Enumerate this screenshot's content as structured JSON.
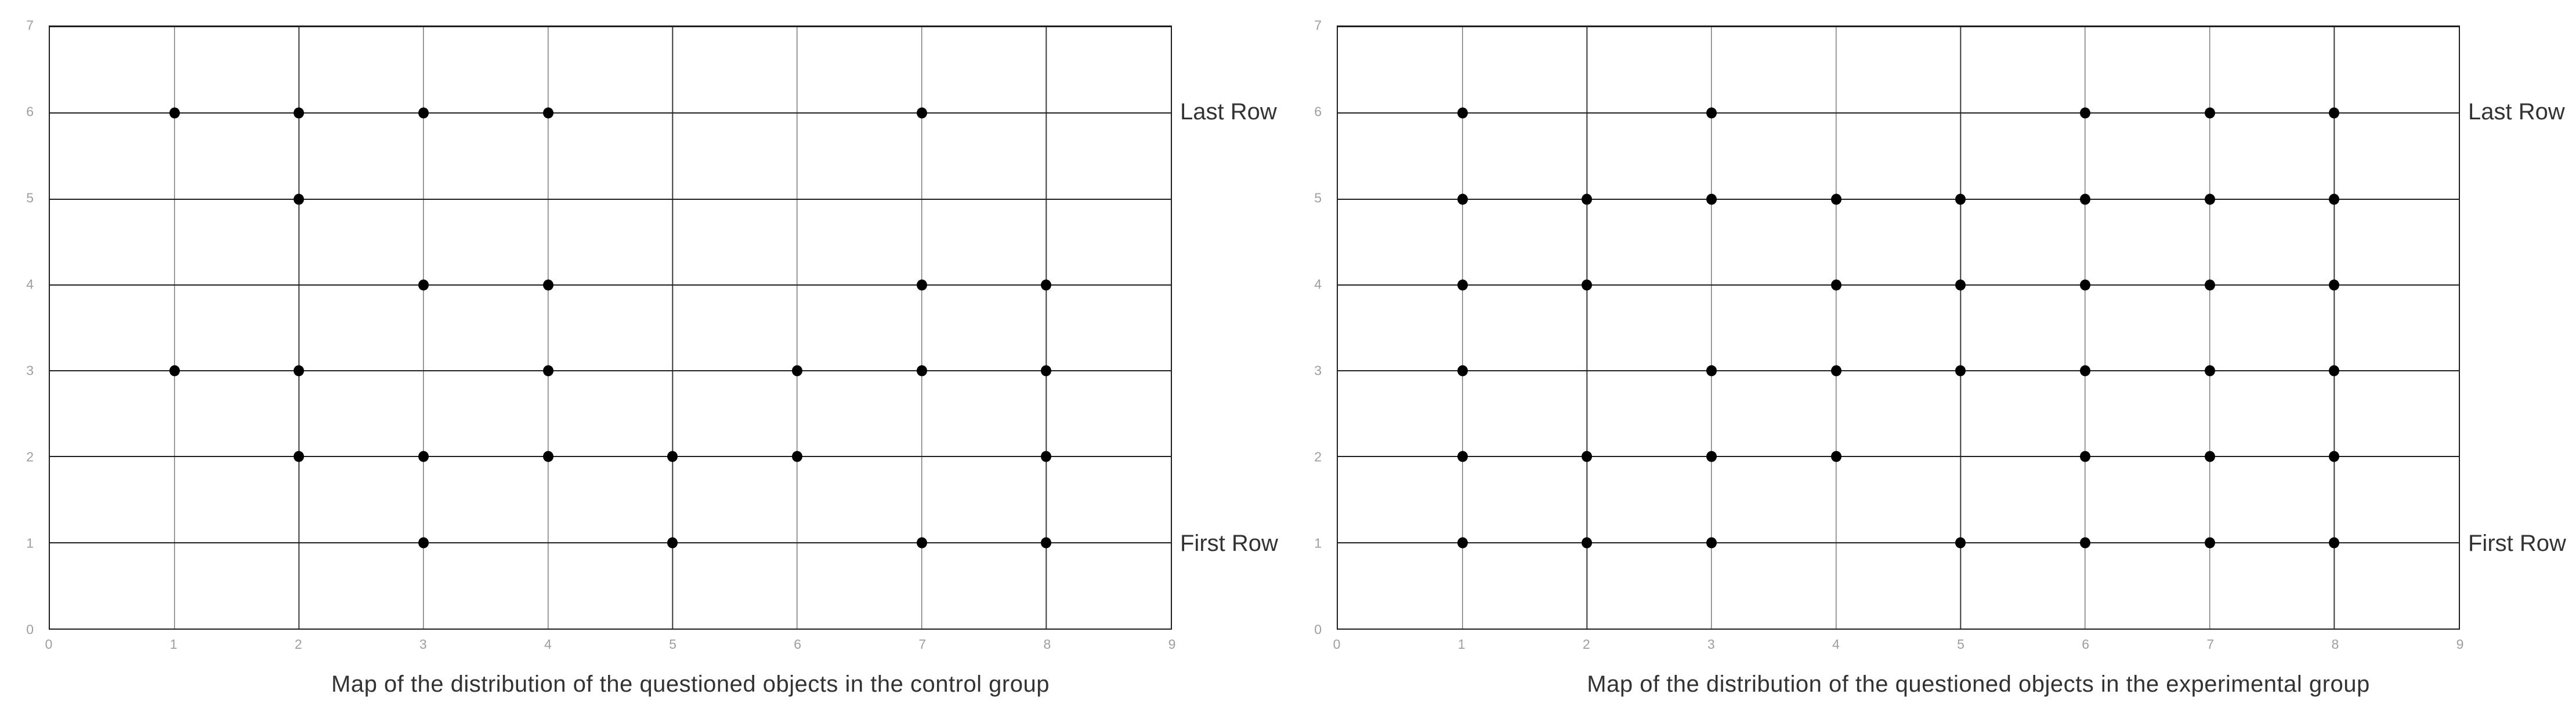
{
  "colors": {
    "background": "#ffffff",
    "frame": "#1f1f1f",
    "grid_line": "#3a3a3a",
    "row_line": "#1f1f1f",
    "point": "#000000",
    "tick_label": "#9e9e9e",
    "text": "#333333"
  },
  "chart_data": [
    {
      "type": "scatter",
      "title": "Map of the distribution of the questioned objects in the control group",
      "xlabel": "",
      "ylabel": "",
      "xlim": [
        0,
        9
      ],
      "ylim": [
        0,
        7
      ],
      "x_ticks": [
        "0",
        "1",
        "2",
        "3",
        "4",
        "5",
        "6",
        "7",
        "8",
        "9"
      ],
      "y_ticks": [
        "0",
        "1",
        "2",
        "3",
        "4",
        "5",
        "6",
        "7"
      ],
      "grid": true,
      "legend": false,
      "annotations": [
        {
          "text": "Last Row",
          "y": 6
        },
        {
          "text": "First Row",
          "y": 1
        }
      ],
      "points": [
        [
          1,
          6
        ],
        [
          2,
          6
        ],
        [
          3,
          6
        ],
        [
          4,
          6
        ],
        [
          7,
          6
        ],
        [
          2,
          5
        ],
        [
          3,
          4
        ],
        [
          4,
          4
        ],
        [
          7,
          4
        ],
        [
          8,
          4
        ],
        [
          1,
          3
        ],
        [
          2,
          3
        ],
        [
          4,
          3
        ],
        [
          6,
          3
        ],
        [
          7,
          3
        ],
        [
          8,
          3
        ],
        [
          2,
          2
        ],
        [
          3,
          2
        ],
        [
          4,
          2
        ],
        [
          5,
          2
        ],
        [
          6,
          2
        ],
        [
          8,
          2
        ],
        [
          3,
          1
        ],
        [
          5,
          1
        ],
        [
          7,
          1
        ],
        [
          8,
          1
        ]
      ]
    },
    {
      "type": "scatter",
      "title": "Map of the distribution of the questioned objects in the experimental group",
      "xlabel": "",
      "ylabel": "",
      "xlim": [
        0,
        9
      ],
      "ylim": [
        0,
        7
      ],
      "x_ticks": [
        "0",
        "1",
        "2",
        "3",
        "4",
        "5",
        "6",
        "7",
        "8",
        "9"
      ],
      "y_ticks": [
        "0",
        "1",
        "2",
        "3",
        "4",
        "5",
        "6",
        "7"
      ],
      "grid": true,
      "legend": false,
      "annotations": [
        {
          "text": "Last Row",
          "y": 6
        },
        {
          "text": "First Row",
          "y": 1
        }
      ],
      "points": [
        [
          1,
          6
        ],
        [
          3,
          6
        ],
        [
          6,
          6
        ],
        [
          7,
          6
        ],
        [
          8,
          6
        ],
        [
          1,
          5
        ],
        [
          2,
          5
        ],
        [
          3,
          5
        ],
        [
          4,
          5
        ],
        [
          5,
          5
        ],
        [
          6,
          5
        ],
        [
          7,
          5
        ],
        [
          8,
          5
        ],
        [
          1,
          4
        ],
        [
          2,
          4
        ],
        [
          4,
          4
        ],
        [
          5,
          4
        ],
        [
          6,
          4
        ],
        [
          7,
          4
        ],
        [
          8,
          4
        ],
        [
          1,
          3
        ],
        [
          3,
          3
        ],
        [
          4,
          3
        ],
        [
          5,
          3
        ],
        [
          6,
          3
        ],
        [
          7,
          3
        ],
        [
          8,
          3
        ],
        [
          1,
          2
        ],
        [
          2,
          2
        ],
        [
          3,
          2
        ],
        [
          4,
          2
        ],
        [
          6,
          2
        ],
        [
          7,
          2
        ],
        [
          8,
          2
        ],
        [
          1,
          1
        ],
        [
          2,
          1
        ],
        [
          3,
          1
        ],
        [
          5,
          1
        ],
        [
          6,
          1
        ],
        [
          7,
          1
        ],
        [
          8,
          1
        ]
      ]
    }
  ]
}
